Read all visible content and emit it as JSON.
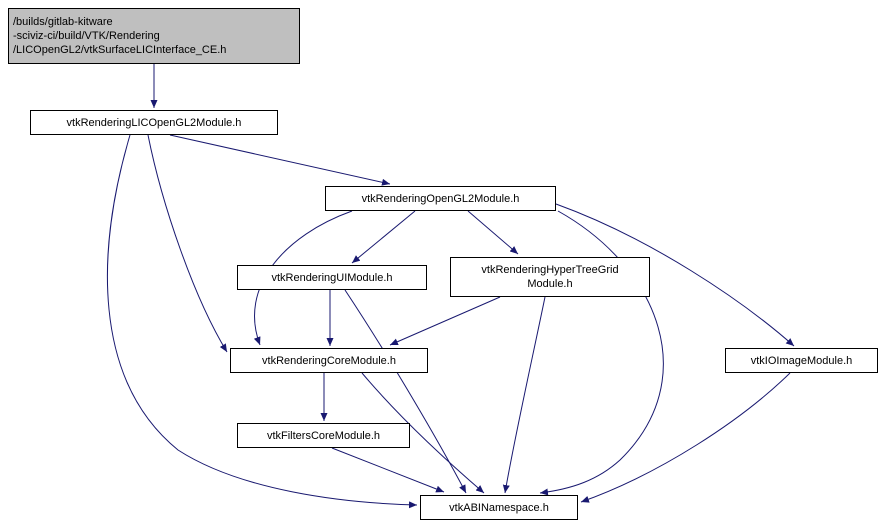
{
  "diagram": {
    "type": "include-dependency-graph",
    "colors": {
      "edge": "#191970",
      "node_background": "#ffffff",
      "root_background": "#bfbfbf",
      "border": "#000000"
    },
    "nodes": [
      {
        "id": "surface",
        "label": "/builds/gitlab-kitware\n-sciviz-ci/build/VTK/Rendering\n/LICOpenGL2/vtkSurfaceLICInterface_CE.h"
      },
      {
        "id": "lic",
        "label": "vtkRenderingLICOpenGL2Module.h"
      },
      {
        "id": "opengl2",
        "label": "vtkRenderingOpenGL2Module.h"
      },
      {
        "id": "ui",
        "label": "vtkRenderingUIModule.h"
      },
      {
        "id": "htg",
        "label": "vtkRenderingHyperTreeGrid\nModule.h"
      },
      {
        "id": "core",
        "label": "vtkRenderingCoreModule.h"
      },
      {
        "id": "ioimage",
        "label": "vtkIOImageModule.h"
      },
      {
        "id": "filters",
        "label": "vtkFiltersCoreModule.h"
      },
      {
        "id": "abi",
        "label": "vtkABINamespace.h"
      }
    ],
    "edges": [
      {
        "from": "surface",
        "to": "lic"
      },
      {
        "from": "lic",
        "to": "opengl2"
      },
      {
        "from": "lic",
        "to": "core"
      },
      {
        "from": "lic",
        "to": "abi"
      },
      {
        "from": "opengl2",
        "to": "ui"
      },
      {
        "from": "opengl2",
        "to": "htg"
      },
      {
        "from": "opengl2",
        "to": "core"
      },
      {
        "from": "opengl2",
        "to": "ioimage"
      },
      {
        "from": "opengl2",
        "to": "abi"
      },
      {
        "from": "ui",
        "to": "core"
      },
      {
        "from": "ui",
        "to": "abi"
      },
      {
        "from": "htg",
        "to": "core"
      },
      {
        "from": "htg",
        "to": "abi"
      },
      {
        "from": "core",
        "to": "filters"
      },
      {
        "from": "core",
        "to": "abi"
      },
      {
        "from": "filters",
        "to": "abi"
      },
      {
        "from": "ioimage",
        "to": "abi"
      }
    ]
  }
}
